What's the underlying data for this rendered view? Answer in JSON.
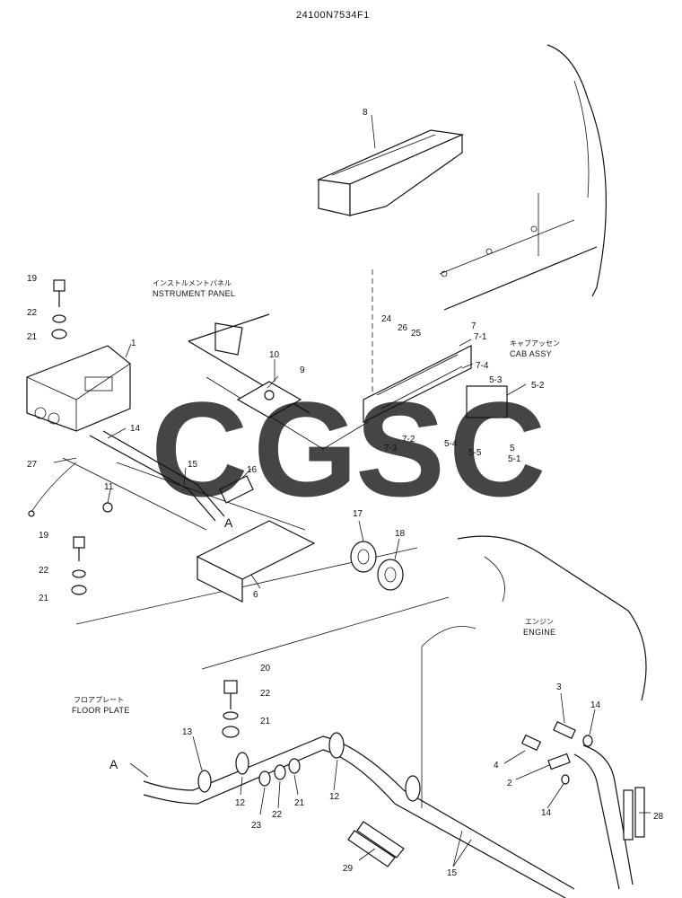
{
  "drawing_number": "24100N7534F1",
  "labels": {
    "instrument_panel_jp": "インストルメントパネル",
    "instrument_panel": "NSTRUMENT PANEL",
    "cab_assy_jp": "キャブアッセン",
    "cab_assy": "CAB ASSY",
    "engine_jp": "エンジン",
    "engine": "ENGINE",
    "floor_plate_jp": "フロアプレート",
    "floor_plate": "FLOOR PLATE",
    "view_ref_upper": "A",
    "view_ref_lower": "A"
  },
  "callouts": {
    "c1": "1",
    "c2": "2",
    "c3": "3",
    "c4": "4",
    "c5": "5",
    "c5_1": "5-1",
    "c5_2": "5-2",
    "c5_3": "5-3",
    "c5_4": "5-4",
    "c5_5": "5-5",
    "c6": "6",
    "c7": "7",
    "c7_1": "7-1",
    "c7_2": "7-2",
    "c7_3": "7-3",
    "c7_4": "7-4",
    "c8": "8",
    "c9": "9",
    "c10": "10",
    "c11": "11",
    "c12a": "12",
    "c12b": "12",
    "c13": "13",
    "c14a": "14",
    "c14b": "14",
    "c14c": "14",
    "c15a": "15",
    "c15b": "15",
    "c16": "16",
    "c17": "17",
    "c18": "18",
    "c19a": "19",
    "c19b": "19",
    "c20": "20",
    "c21a": "21",
    "c21b": "21",
    "c21c": "21",
    "c21d": "21",
    "c22a": "22",
    "c22b": "22",
    "c22c": "22",
    "c22d": "22",
    "c23": "23",
    "c24": "24",
    "c25": "25",
    "c26": "26",
    "c27": "27",
    "c28": "28",
    "c29": "29"
  },
  "watermark": {
    "letters": [
      "C",
      "G",
      "S",
      "C"
    ],
    "colors": [
      "#4f8ef7",
      "#ea4335",
      "#fbd449",
      "#34a06a"
    ]
  }
}
